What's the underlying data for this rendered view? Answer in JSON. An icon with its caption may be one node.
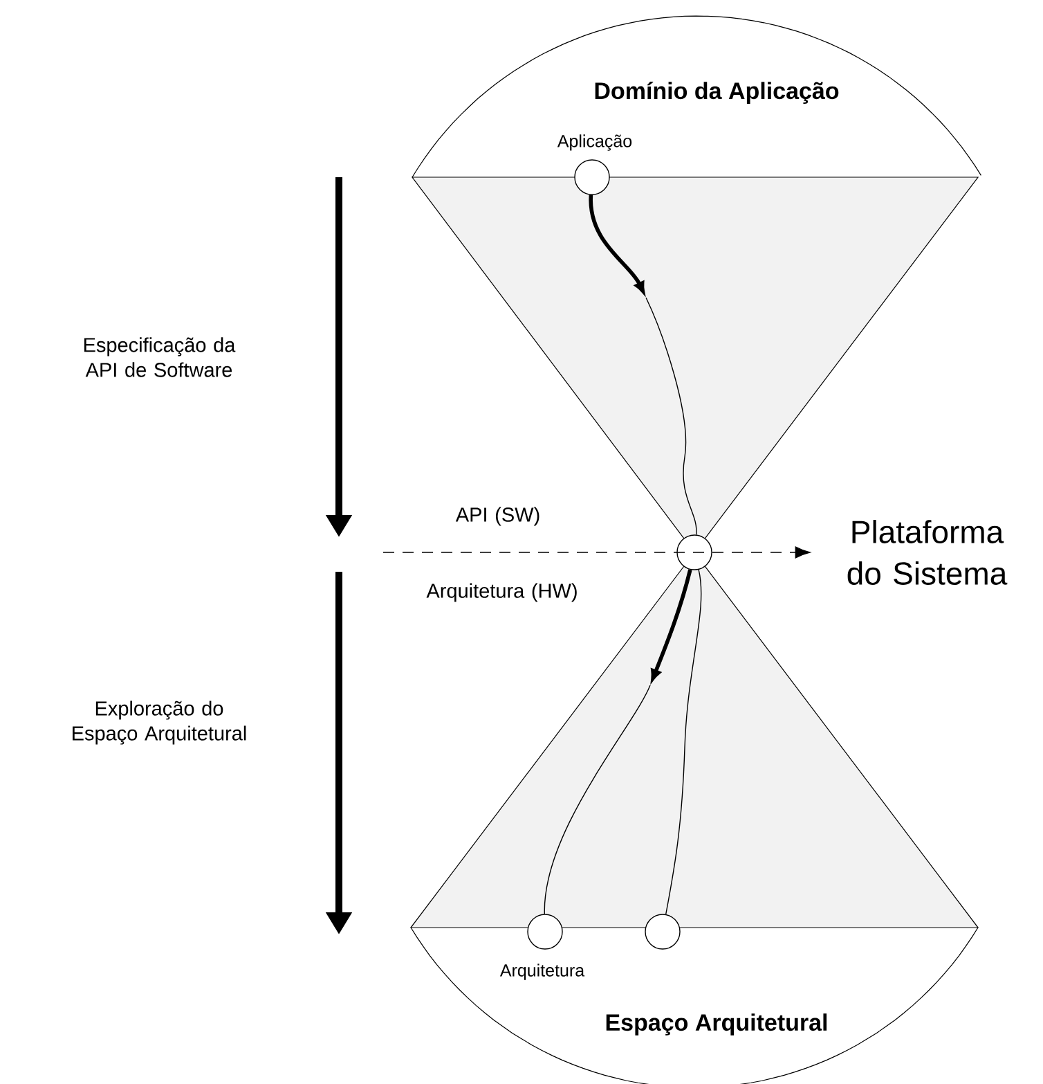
{
  "diagram": {
    "nodes": [
      {
        "text": [
          "Domínio da Aplicação"
        ]
      },
      {
        "text": [],
        "shape": "circle",
        "beside": [
          "Aplicação"
        ]
      },
      {
        "text": [],
        "shape": "circle"
      },
      {
        "text": [
          "Plataforma do Sistema"
        ]
      },
      {
        "text": [],
        "shape": "circle"
      },
      {
        "text": [],
        "shape": "circle"
      },
      {
        "text": [
          "Espaço Arquitetural"
        ]
      }
    ],
    "edges": [
      {
        "from": 1,
        "to": null,
        "arrow": "to",
        "style": "thick"
      },
      {
        "from": null,
        "to": 2,
        "arrow": "none"
      },
      {
        "from": 2,
        "to": null,
        "arrow": "to",
        "style": "thick"
      },
      {
        "from": null,
        "to": 4,
        "arrow": "none"
      },
      {
        "from": 2,
        "to": 5,
        "arrow": "none"
      },
      {
        "from": null,
        "to": 3,
        "arrow": "to",
        "style": "dashed"
      }
    ],
    "labels": [
      "Especificação da API de Software",
      "API (SW)",
      "Arquitetura (HW)",
      "Exploração do Espaço Arquitetural",
      "Arquitetura"
    ]
  }
}
